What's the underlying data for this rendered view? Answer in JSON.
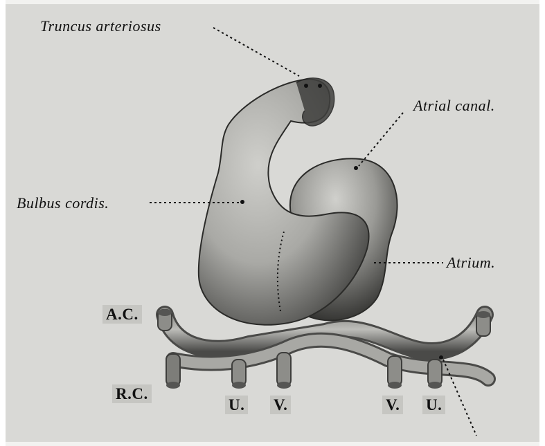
{
  "labels": {
    "truncus": "Truncus arteriosus",
    "atrial_canal": "Atrial canal.",
    "bulbus": "Bulbus cordis.",
    "atrium": "Atrium.",
    "ac": "A.C.",
    "rc": "R.C.",
    "u_left": "U.",
    "v_left": "V.",
    "v_right": "V.",
    "u_right": "U."
  }
}
